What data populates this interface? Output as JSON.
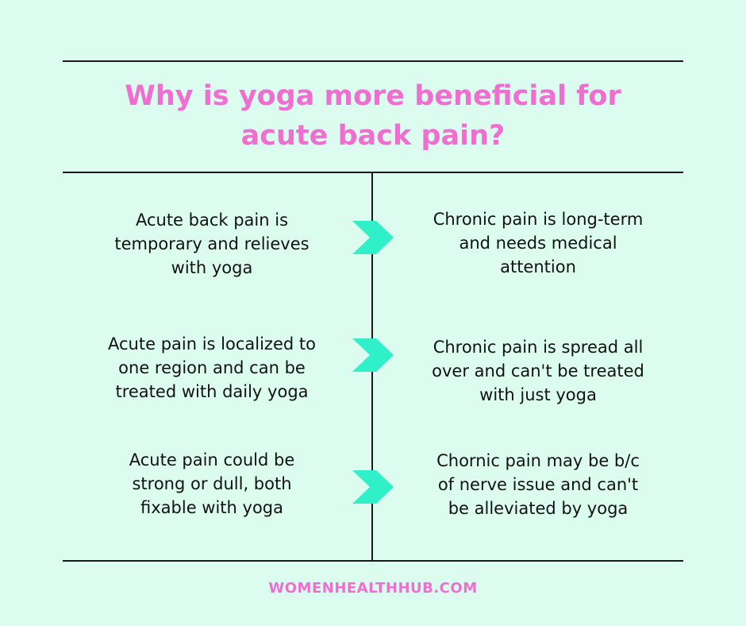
{
  "title": {
    "line1": "Why is yoga more beneficial for",
    "line2": "acute back pain?"
  },
  "rows": [
    {
      "left": [
        "Acute back pain is",
        "temporary and relieves",
        "with yoga"
      ],
      "right": [
        "Chronic pain is long-term",
        "and needs medical",
        "attention"
      ]
    },
    {
      "left": [
        "Acute pain is localized to",
        "one region and can be",
        "treated with daily yoga"
      ],
      "right": [
        "Chronic pain is spread all",
        "over and can't be treated",
        "with just yoga"
      ]
    },
    {
      "left": [
        "Acute pain could be",
        "strong or dull, both",
        "fixable with yoga"
      ],
      "right": [
        "Chornic pain may be b/c",
        "of nerve issue and can't",
        "be alleviated by yoga"
      ]
    }
  ],
  "footer": "WOMENHEALTHHUB.COM",
  "colors": {
    "background": "#dcfcef",
    "title": "#f06ed0",
    "arrow": "#2ff0c8",
    "text": "#121212",
    "lines": "#1a1a1a"
  },
  "icons": {
    "arrow": "chevron-right-icon"
  }
}
